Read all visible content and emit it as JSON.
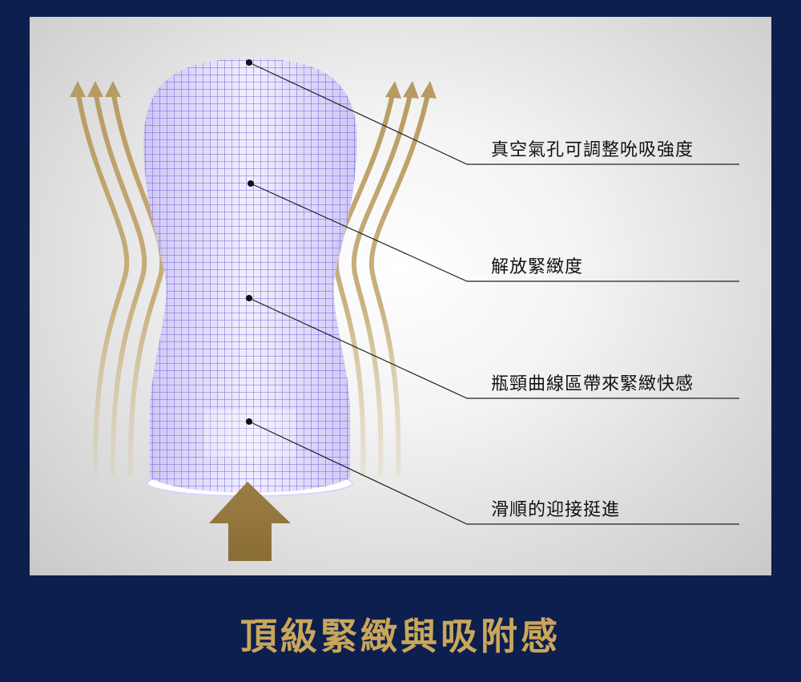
{
  "callouts": [
    {
      "label": "真空氣孔可調整吮吸強度"
    },
    {
      "label": "解放緊緻度"
    },
    {
      "label": "瓶頸曲線區帶來緊緻快感"
    },
    {
      "label": "滑順的迎接挺進"
    }
  ],
  "footer": {
    "title": "頂級緊緻與吸附感"
  },
  "colors": {
    "background": "#0d1f4e",
    "gold": "#c9a65a",
    "grid": "#6a5acd",
    "product_fill": "#e9e4ff"
  },
  "icons": [
    "arrow-up-icon",
    "airflow-arrows-icon"
  ]
}
